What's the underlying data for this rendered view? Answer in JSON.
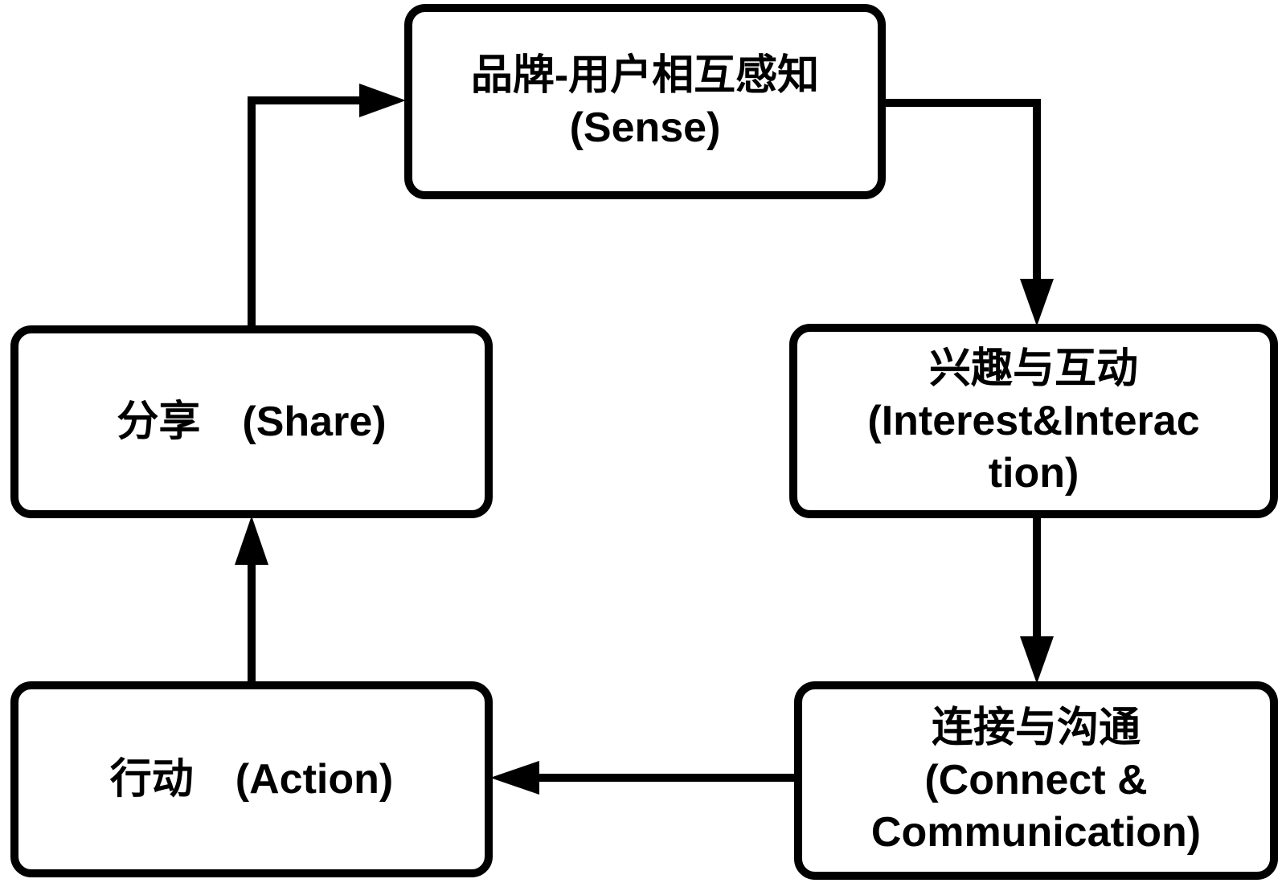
{
  "diagram": {
    "title": "",
    "background_color": "#ffffff",
    "stroke_color": "#000000",
    "nodes": [
      {
        "id": "sense",
        "label": "品牌-用户相互感知\n(Sense)"
      },
      {
        "id": "interest",
        "label": "兴趣与互动\n(Interest&Interac\ntion)"
      },
      {
        "id": "connect",
        "label": "连接与沟通\n(Connect &\nCommunication)"
      },
      {
        "id": "action",
        "label": "行动　(Action)"
      },
      {
        "id": "share",
        "label": "分享　(Share)"
      }
    ],
    "edges": [
      {
        "from": "sense",
        "to": "interest"
      },
      {
        "from": "interest",
        "to": "connect"
      },
      {
        "from": "connect",
        "to": "action"
      },
      {
        "from": "action",
        "to": "share"
      },
      {
        "from": "share",
        "to": "sense"
      }
    ]
  }
}
